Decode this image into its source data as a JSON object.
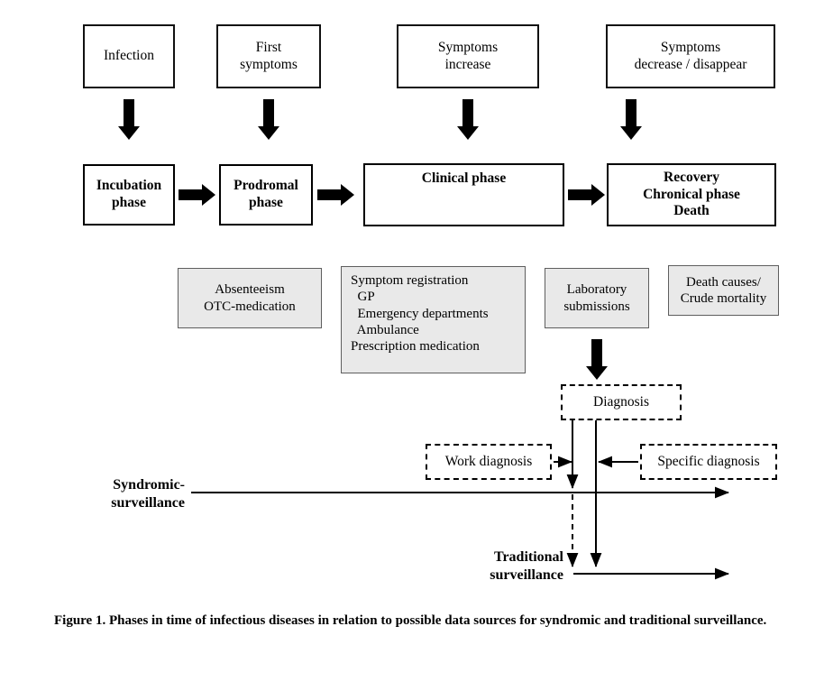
{
  "figure": {
    "caption": "Figure 1. Phases in time of infectious diseases in relation to possible data sources for syndromic and traditional surveillance."
  },
  "event_boxes": [
    {
      "label": "Infection"
    },
    {
      "label": "First\nsymptoms"
    },
    {
      "label": "Symptoms\nincrease"
    },
    {
      "label": "Symptoms\ndecrease / disappear"
    }
  ],
  "phase_boxes": [
    {
      "label": "Incubation\nphase"
    },
    {
      "label": "Prodromal\nphase"
    },
    {
      "label": "Clinical phase"
    },
    {
      "label": "Recovery\nChronical phase\nDeath"
    }
  ],
  "data_sources": [
    {
      "label": "Absenteeism\nOTC-medication"
    },
    {
      "lines": [
        "Symptom registration",
        "  GP",
        "  Emergency departments",
        "  Ambulance",
        "Prescription medication"
      ],
      "line1": "Symptom registration",
      "line2": "  GP",
      "line3": "  Emergency departments",
      "line4": "  Ambulance",
      "line5": "Prescription medication"
    },
    {
      "label": "Laboratory\nsubmissions"
    },
    {
      "label": "Death causes/\nCrude mortality"
    }
  ],
  "diagnosis_boxes": [
    {
      "label": "Diagnosis"
    },
    {
      "label": "Work diagnosis"
    },
    {
      "label": "Specific diagnosis"
    }
  ],
  "surveillance_axes": [
    {
      "label": "Syndromic-\nsurveillance"
    },
    {
      "label": "Traditional\nsurveillance"
    }
  ],
  "colors": {
    "stroke": "#000000",
    "source_fill": "#e9e9e9",
    "source_border": "#5e5e5e",
    "background": "#ffffff"
  }
}
